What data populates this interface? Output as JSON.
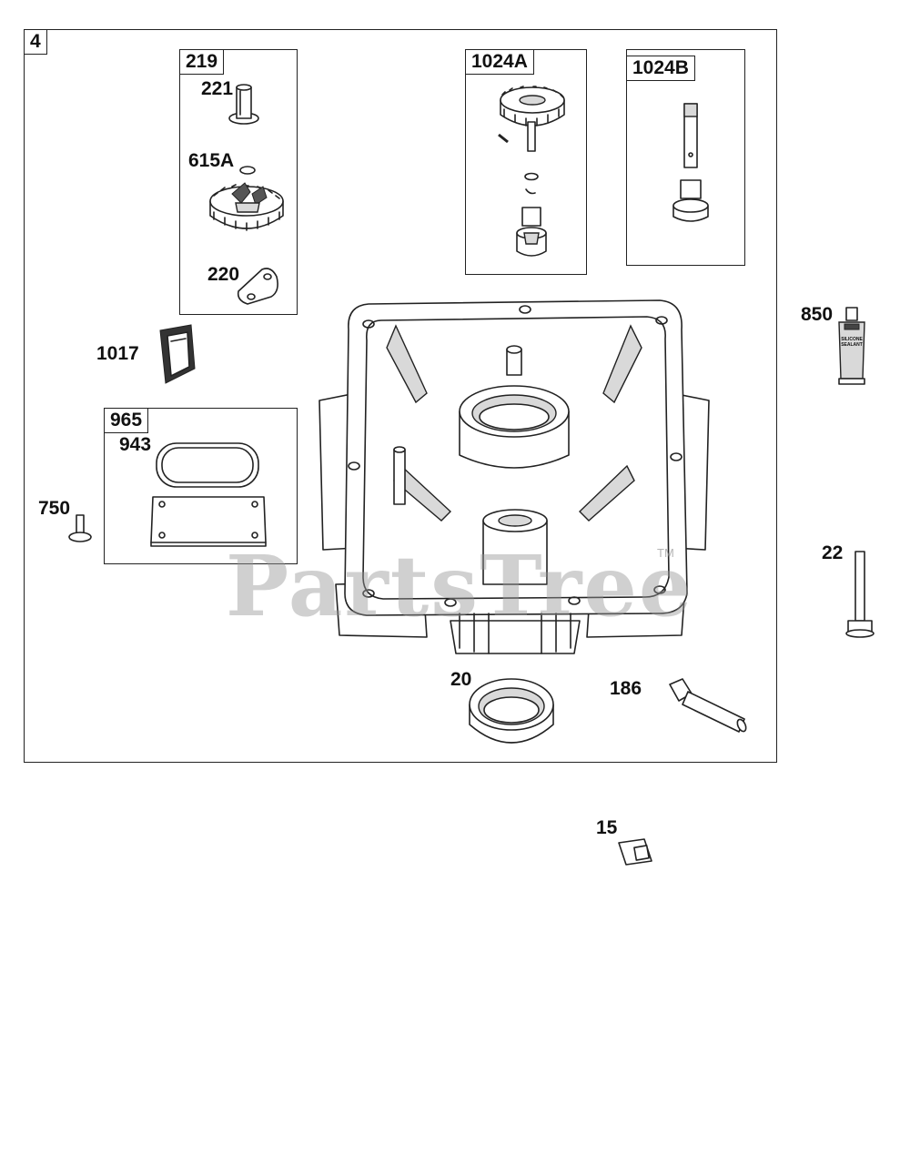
{
  "main_group_label": "4",
  "boxes": {
    "box_219": "219",
    "box_1024A": "1024A",
    "box_1024B": "1024B",
    "box_965": "965"
  },
  "part_labels": {
    "p221": "221",
    "p615A": "615A",
    "p220": "220",
    "p1017": "1017",
    "p943": "943",
    "p750": "750",
    "p850": "850",
    "p22": "22",
    "p20": "20",
    "p186": "186",
    "p15": "15"
  },
  "sealant_tube_text": "SILICONE SEALANT",
  "watermark": "PartsTree",
  "trademark": "TM",
  "icons": [
    "governor-shaft-icon",
    "governor-gear-icon",
    "cam-lever-icon",
    "breather-icon",
    "gasket-icon",
    "cover-plate-icon",
    "screw-icon",
    "oil-pump-gear-icon",
    "pump-shaft-icon",
    "sealant-tube-icon",
    "bolt-icon",
    "oil-seal-icon",
    "dipstick-tube-icon",
    "plug-icon",
    "crankcase-sump-icon"
  ]
}
